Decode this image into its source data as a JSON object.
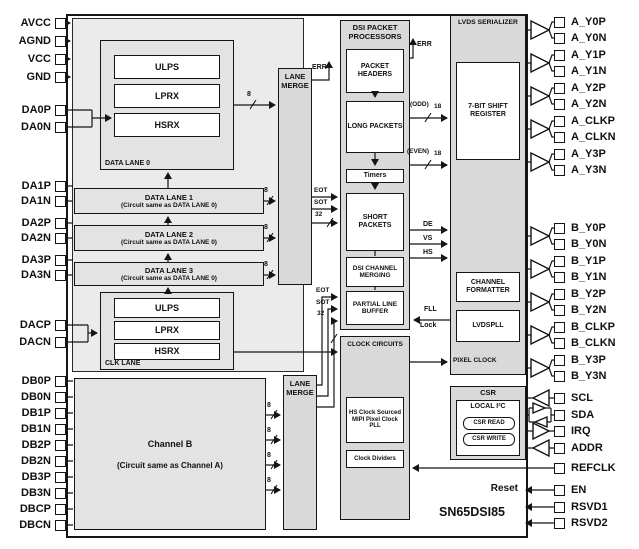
{
  "chip": {
    "part_number": "SN65DSI85"
  },
  "left_pins": [
    "AVCC",
    "AGND",
    "VCC",
    "GND",
    "DA0P",
    "DA0N",
    "DA1P",
    "DA1N",
    "DA2P",
    "DA2N",
    "DA3P",
    "DA3N",
    "DACP",
    "DACN",
    "DB0P",
    "DB0N",
    "DB1P",
    "DB1N",
    "DB2P",
    "DB2N",
    "DB3P",
    "DB3N",
    "DBCP",
    "DBCN"
  ],
  "right_pins": [
    "A_Y0P",
    "A_Y0N",
    "A_Y1P",
    "A_Y1N",
    "A_Y2P",
    "A_Y2N",
    "A_CLKP",
    "A_CLKN",
    "A_Y3P",
    "A_Y3N",
    "B_Y0P",
    "B_Y0N",
    "B_Y1P",
    "B_Y1N",
    "B_Y2P",
    "B_Y2N",
    "B_CLKP",
    "B_CLKN",
    "B_Y3P",
    "B_Y3N",
    "SCL",
    "SDA",
    "IRQ",
    "ADDR",
    "REFCLK",
    "EN",
    "RSVD1",
    "RSVD2"
  ],
  "blocks": {
    "data_lane0": {
      "title": "DATA LANE 0",
      "ulps": "ULPS",
      "lprx": "LPRX",
      "hsrx": "HSRX"
    },
    "clk_lane": {
      "title": "CLK LANE",
      "ulps": "ULPS",
      "lprx": "LPRX",
      "hsrx": "HSRX"
    },
    "data_lane1": {
      "title": "DATA LANE 1",
      "subtitle": "(Circuit same as DATA LANE 0)"
    },
    "data_lane2": {
      "title": "DATA LANE 2",
      "subtitle": "(Circuit same as DATA LANE 0)"
    },
    "data_lane3": {
      "title": "DATA LANE 3",
      "subtitle": "(Circuit same as DATA LANE 0)"
    },
    "lane_merge_a": {
      "title": "LANE MERGE"
    },
    "lane_merge_b": {
      "title": "LANE MERGE"
    },
    "channel_b": {
      "title": "Channel B",
      "subtitle": "(Circuit same as Channel A)"
    },
    "dsi": {
      "title": "DSI PACKET PROCESSORS",
      "packet_headers": "PACKET HEADERS",
      "long_packets": "LONG PACKETS",
      "timers": "Timers",
      "short_packets": "SHORT PACKETS",
      "channel_merging": "DSI CHANNEL MERGING",
      "line_buffer": "PARTIAL LINE BUFFER"
    },
    "clock": {
      "title": "CLOCK CIRCUITS",
      "pll": "HS Clock Sourced MIPI Pixel Clock PLL",
      "dividers": "Clock Dividers"
    },
    "serializer": {
      "title": "LVDS SERIALIZER",
      "shift_register": "7-BIT SHIFT REGISTER",
      "channel_formatter": "CHANNEL FORMATTER",
      "lvds_pll": "LVDSPLL"
    },
    "csr": {
      "title": "CSR",
      "local_i2c": "LOCAL I²C",
      "read": "CSR READ",
      "write": "CSR WRITE"
    }
  },
  "signals": {
    "err": "ERR",
    "eot": "EOT",
    "sot": "SOT",
    "bus8": "8",
    "bus32": "32",
    "bus18": "18",
    "odd": "(ODD)",
    "even": "(EVEN)",
    "de": "DE",
    "vs": "VS",
    "hs": "HS",
    "fll": "FLL",
    "lock": "Lock",
    "pixel_clock": "PIXEL CLOCK",
    "reset": "Reset"
  }
}
